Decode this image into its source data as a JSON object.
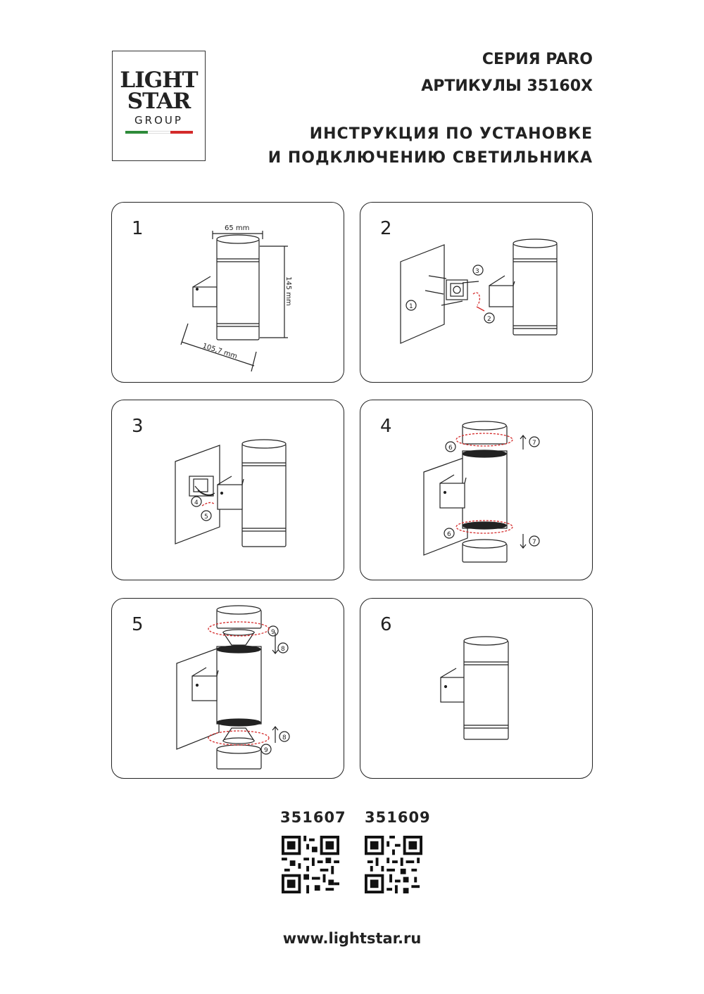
{
  "brand": {
    "line1": "LIGHT",
    "line2": "STAR",
    "line3": "GROUP",
    "flag_colors": [
      "#2e8b3a",
      "#ffffff",
      "#d42a2a"
    ]
  },
  "header": {
    "series": "СЕРИЯ PARO",
    "articles": "АРТИКУЛЫ 35160X",
    "title_line1": "ИНСТРУКЦИЯ ПО УСТАНОВКЕ",
    "title_line2": "И ПОДКЛЮЧЕНИЮ СВЕТИЛЬНИКА"
  },
  "steps": [
    {
      "number": "1",
      "dim_width": "65 mm",
      "dim_height": "145 mm",
      "dim_depth": "105,7 mm"
    },
    {
      "number": "2",
      "callouts": [
        "1",
        "2",
        "3"
      ]
    },
    {
      "number": "3",
      "callouts": [
        "4",
        "5"
      ]
    },
    {
      "number": "4",
      "callouts": [
        "6",
        "7",
        "6",
        "7"
      ]
    },
    {
      "number": "5",
      "callouts": [
        "9",
        "8",
        "8",
        "9"
      ]
    },
    {
      "number": "6"
    }
  ],
  "codes": {
    "left": "351607",
    "right": "351609"
  },
  "website": "www.lightstar.ru",
  "accent_color": "#d42a2a"
}
